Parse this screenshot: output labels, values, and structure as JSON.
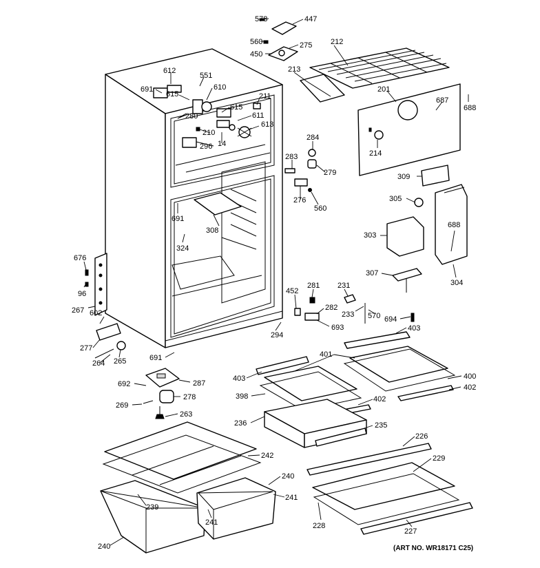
{
  "callouts": {
    "c578": "578",
    "c447": "447",
    "c560a": "560",
    "c450": "450",
    "c275": "275",
    "c212": "212",
    "c213": "213",
    "c201": "201",
    "c687": "687",
    "c688a": "688",
    "c612": "612",
    "c551": "551",
    "c691a": "691",
    "c615a": "615",
    "c610": "610",
    "c211": "211",
    "c615b": "615",
    "c611": "611",
    "c280": "280",
    "c613": "613",
    "c210": "210",
    "c296": "296",
    "c14": "14",
    "c284": "284",
    "c214": "214",
    "c283": "283",
    "c279": "279",
    "c309": "309",
    "c276": "276",
    "c560b": "560",
    "c305": "305",
    "c691b": "691",
    "c308": "308",
    "c688b": "688",
    "c303": "303",
    "c324": "324",
    "c676": "676",
    "c96": "96",
    "c307": "307",
    "c304": "304",
    "c452": "452",
    "c281": "281",
    "c231": "231",
    "c267": "267",
    "c602": "602",
    "c282": "282",
    "c233": "233",
    "c570": "570",
    "c694": "694",
    "c693": "693",
    "c403a": "403",
    "c294": "294",
    "c277": "277",
    "c264": "264",
    "c265": "265",
    "c691c": "691",
    "c401": "401",
    "c403b": "403",
    "c400": "400",
    "c692": "692",
    "c287": "287",
    "c398": "398",
    "c402a": "402",
    "c402b": "402",
    "c269": "269",
    "c278": "278",
    "c263": "263",
    "c236": "236",
    "c235": "235",
    "c226": "226",
    "c242": "242",
    "c229": "229",
    "c240a": "240",
    "c239": "239",
    "c241a": "241",
    "c241b": "241",
    "c240b": "240",
    "c228": "228",
    "c227": "227"
  },
  "art_note": "(ART NO. WR18171 C25)"
}
